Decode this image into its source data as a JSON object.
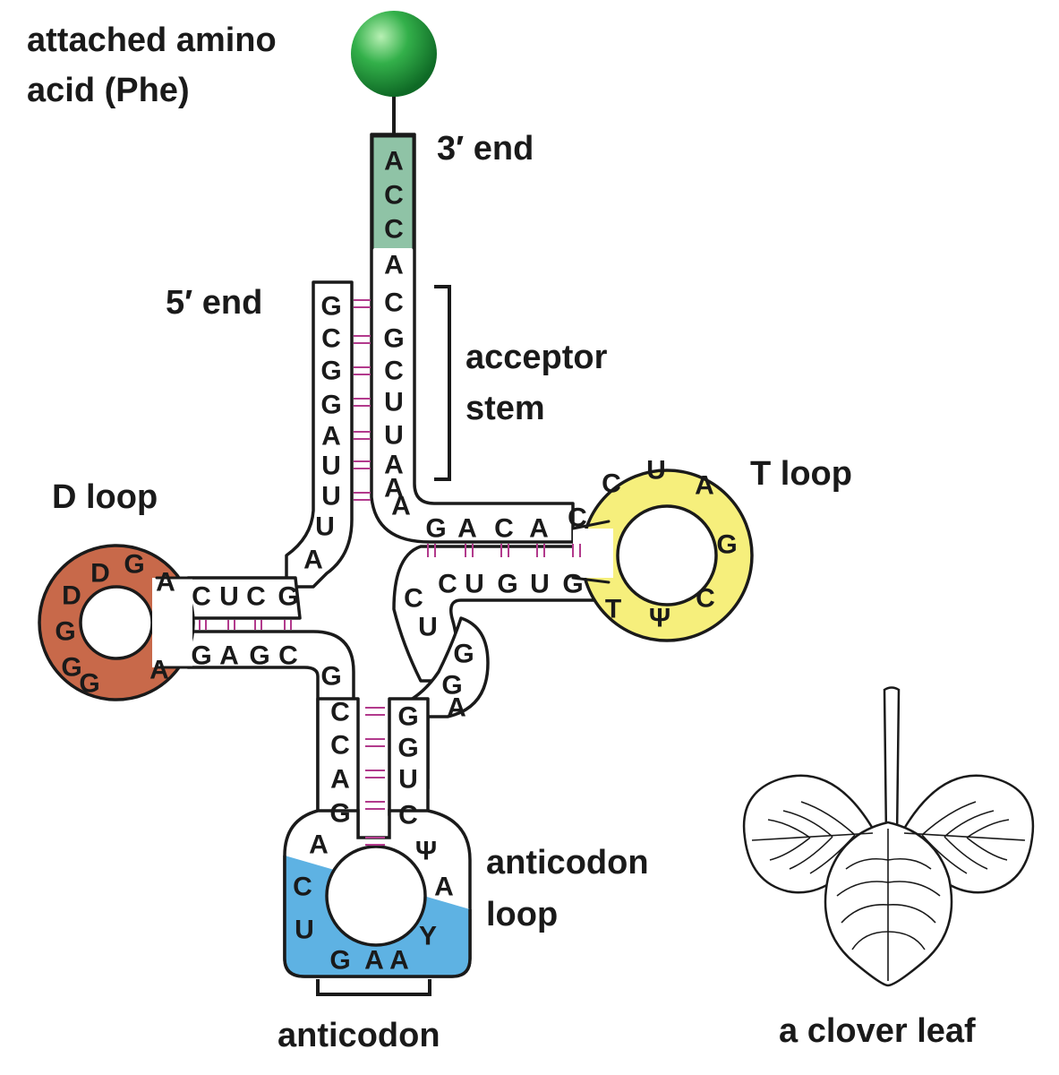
{
  "labels": {
    "amino_acid_line1": "attached amino",
    "amino_acid_line2": "acid (Phe)",
    "three_prime": "3′ end",
    "five_prime": "5′ end",
    "acceptor_line1": "acceptor",
    "acceptor_line2": "stem",
    "d_loop": "D loop",
    "t_loop": "T loop",
    "anticodon_loop_line1": "anticodon",
    "anticodon_loop_line2": "loop",
    "anticodon": "anticodon",
    "clover_leaf": "a clover leaf"
  },
  "colors": {
    "amino_acid": "#1f9a3a",
    "acceptor_end": "#8fc3a6",
    "d_loop": "#c8694a",
    "t_loop": "#f6ef7c",
    "anticodon_loop": "#5eb2e3",
    "hbond": "#b23a8c"
  },
  "nucleotides": {
    "three_prime_tail": [
      "A",
      "C",
      "C",
      "A"
    ],
    "acceptor_5prime": [
      "G",
      "C",
      "G",
      "G",
      "A",
      "U",
      "U"
    ],
    "acceptor_3prime": [
      "C",
      "G",
      "C",
      "U",
      "U",
      "A",
      "A"
    ],
    "junction_1": [
      "U",
      "A"
    ],
    "d_stem_top": [
      "C",
      "U",
      "C",
      "G"
    ],
    "d_loop": [
      "A",
      "G",
      "D",
      "D",
      "G",
      "G",
      "G",
      "A"
    ],
    "d_stem_bottom": [
      "G",
      "A",
      "G",
      "C"
    ],
    "anticodon_stem_left": [
      "G",
      "C",
      "C",
      "A",
      "G"
    ],
    "anticodon_loop": [
      "A",
      "C",
      "U",
      "G",
      "A",
      "A",
      "Y",
      "A",
      "Ψ"
    ],
    "anticodon_stem_right": [
      "G",
      "G",
      "U",
      "C"
    ],
    "variable_loop": [
      "A",
      "G",
      "G",
      "U",
      "C"
    ],
    "t_stem_bottom": [
      "C",
      "U",
      "G",
      "U",
      "G"
    ],
    "t_loop": [
      "T",
      "Ψ",
      "C",
      "G",
      "A",
      "U",
      "C"
    ],
    "t_stem_top": [
      "G",
      "A",
      "C",
      "A",
      "C"
    ],
    "junction_2": [
      "A"
    ]
  }
}
